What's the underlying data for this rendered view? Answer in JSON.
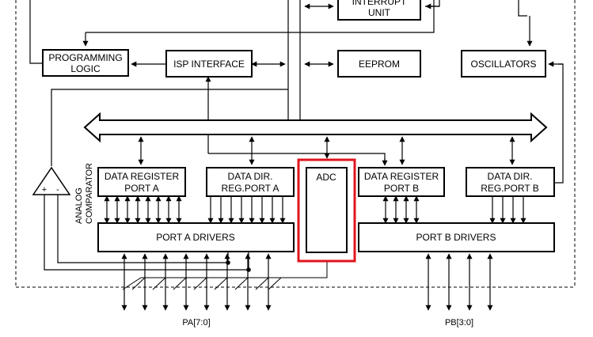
{
  "blocks": {
    "interrupt_unit": [
      "INTERRUPT",
      "UNIT"
    ],
    "programming_logic": [
      "PROGRAMMING",
      "LOGIC"
    ],
    "isp_interface": "ISP INTERFACE",
    "eeprom": "EEPROM",
    "oscillators": "OSCILLATORS",
    "data_register_port_a": [
      "DATA REGISTER",
      "PORT A"
    ],
    "data_dir_reg_port_a": [
      "DATA DIR.",
      "REG.PORT A"
    ],
    "adc": "ADC",
    "data_register_port_b": [
      "DATA REGISTER",
      "PORT B"
    ],
    "data_dir_reg_port_b": [
      "DATA DIR.",
      "REG.PORT B"
    ],
    "port_a_drivers": "PORT A DRIVERS",
    "port_b_drivers": "PORT B DRIVERS",
    "analog_comparator": [
      "ANALOG",
      "COMPARATOR"
    ],
    "comparator_plus": "+",
    "comparator_minus": "-"
  },
  "pins": {
    "port_a": "PA[7:0]",
    "port_b": "PB[3:0]"
  },
  "highlight_color": "#e0141e"
}
